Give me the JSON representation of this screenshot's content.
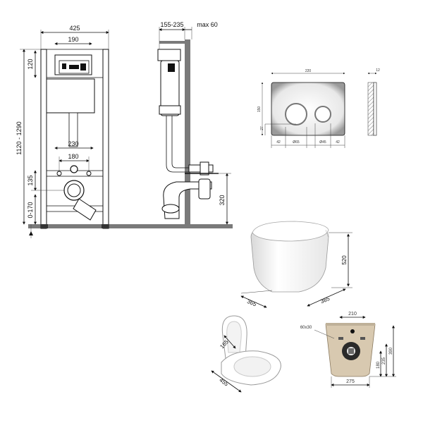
{
  "front_view": {
    "width": "425",
    "panel_width": "190",
    "panel_height": "120",
    "total_height": "1120 - 1290",
    "bolt_spacing_outer": "230",
    "bolt_spacing_inner": "180",
    "drain_height": "135",
    "floor_adjust": "0-170"
  },
  "side_view": {
    "depth_range": "155-235",
    "max_depth": "max 60",
    "outlet_height": "320"
  },
  "flush_plate": {
    "width": "220",
    "height": "150",
    "offset": "27",
    "margin_left": "42",
    "button_large": "Ø65",
    "button_small": "Ø45",
    "margin_right": "42",
    "thickness": "12"
  },
  "toilet_3d": {
    "height": "520",
    "width": "365",
    "depth": "365"
  },
  "toilet_open": {
    "seat_dim": "165",
    "length": "455"
  },
  "toilet_bottom": {
    "pipe": "60x30",
    "top_width": "210",
    "bottom_width": "275",
    "dims": [
      "180",
      "235",
      "390"
    ]
  },
  "colors": {
    "line": "#111111",
    "wall": "#7a7a7a",
    "ceramic": "#f4f4f4",
    "base_beige": "#d8c9b0"
  }
}
